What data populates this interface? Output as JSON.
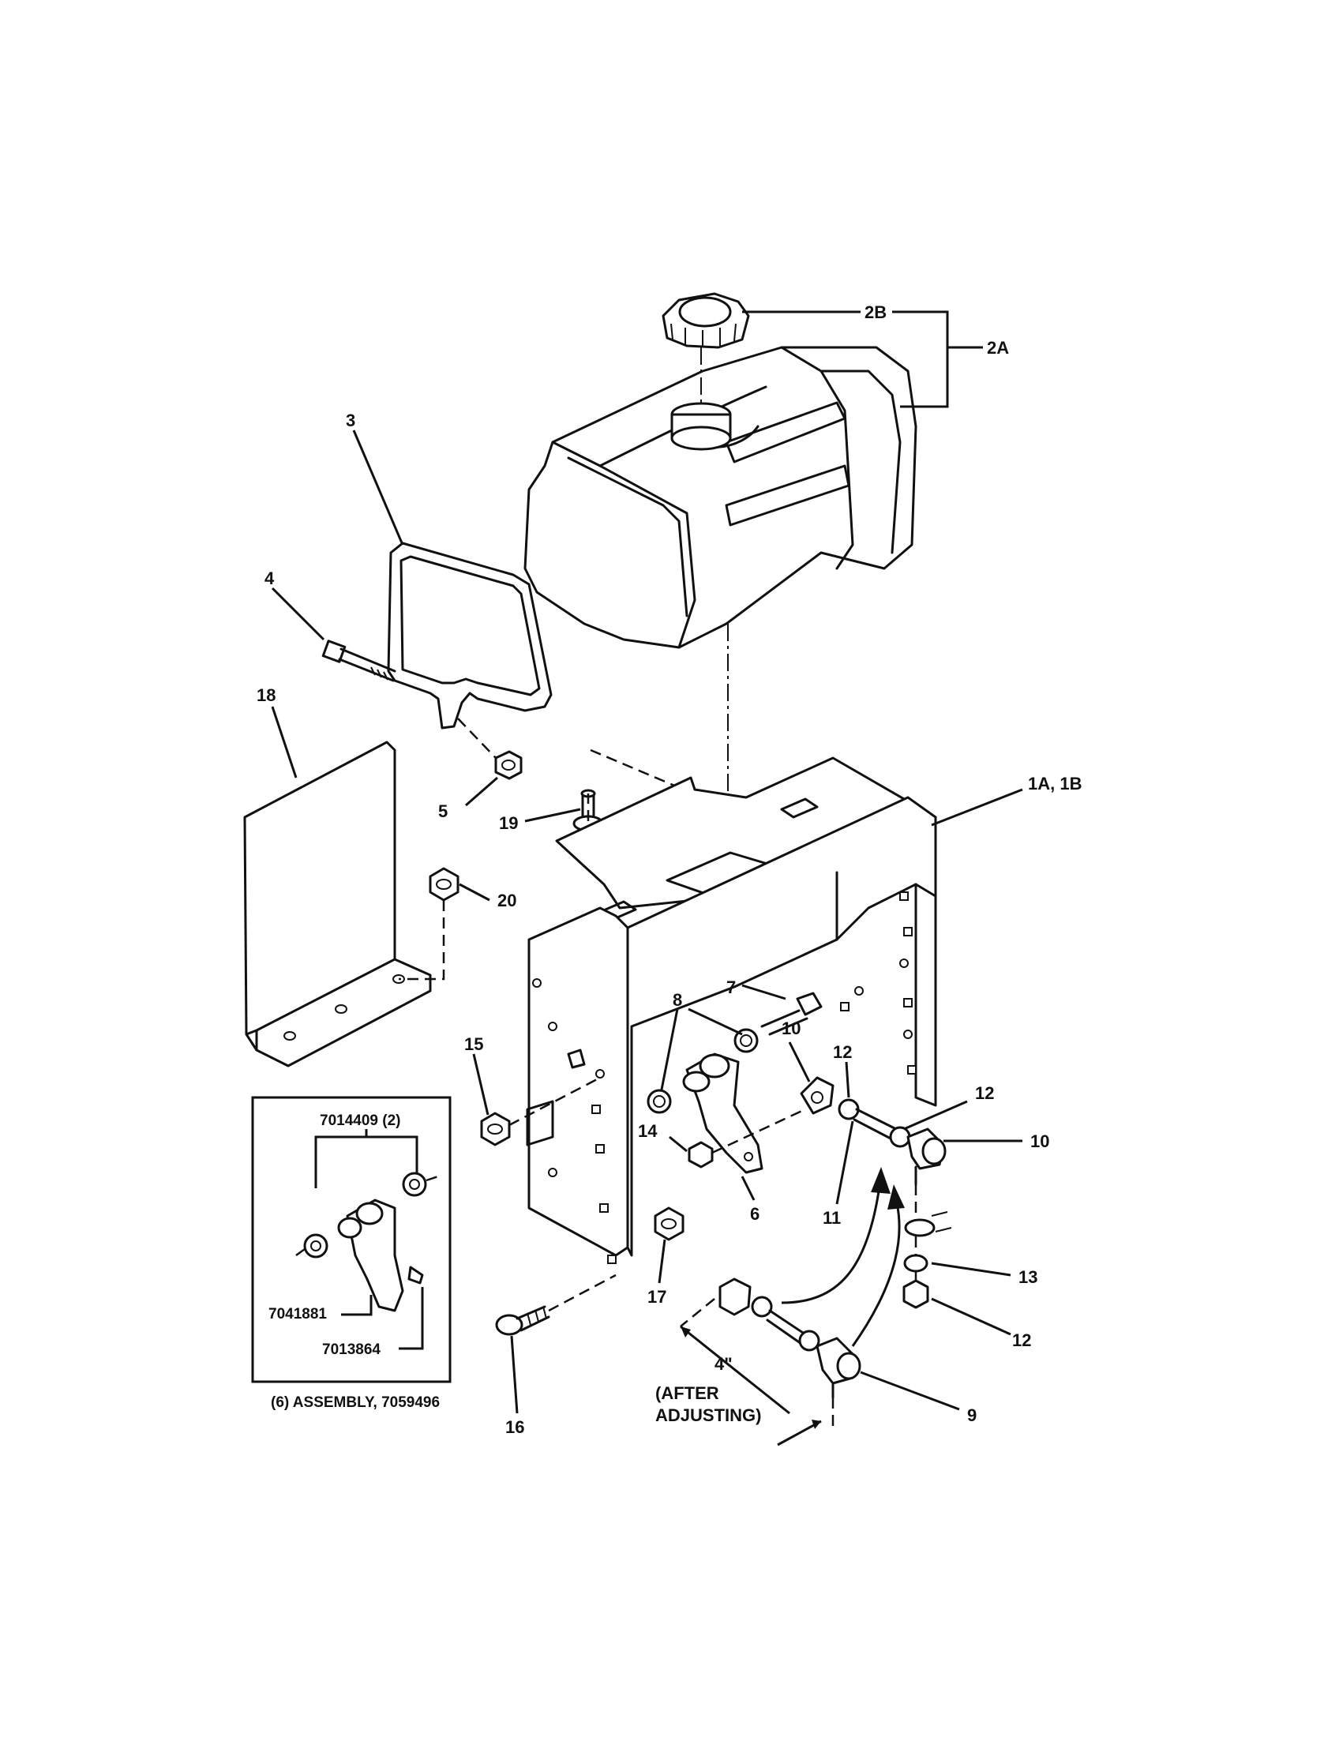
{
  "callouts": {
    "c_2b": "2B",
    "c_2a": "2A",
    "c_3": "3",
    "c_4": "4",
    "c_18": "18",
    "c_5": "5",
    "c_19": "19",
    "c_1a1b": "1A, 1B",
    "c_20": "20",
    "c_7": "7",
    "c_8": "8",
    "c_10a": "10",
    "c_12a": "12",
    "c_12b": "12",
    "c_15": "15",
    "c_14": "14",
    "c_6": "6",
    "c_11": "11",
    "c_10b": "10",
    "c_13": "13",
    "c_12c": "12",
    "c_17": "17",
    "c_16": "16",
    "c_9": "9"
  },
  "dimension": {
    "length": "4\"",
    "note_line1": "(AFTER",
    "note_line2": "ADJUSTING)"
  },
  "inset": {
    "part_a": "7014409 (2)",
    "part_b": "7041881",
    "part_c": "7013864",
    "caption": "(6) ASSEMBLY, 7059496"
  }
}
